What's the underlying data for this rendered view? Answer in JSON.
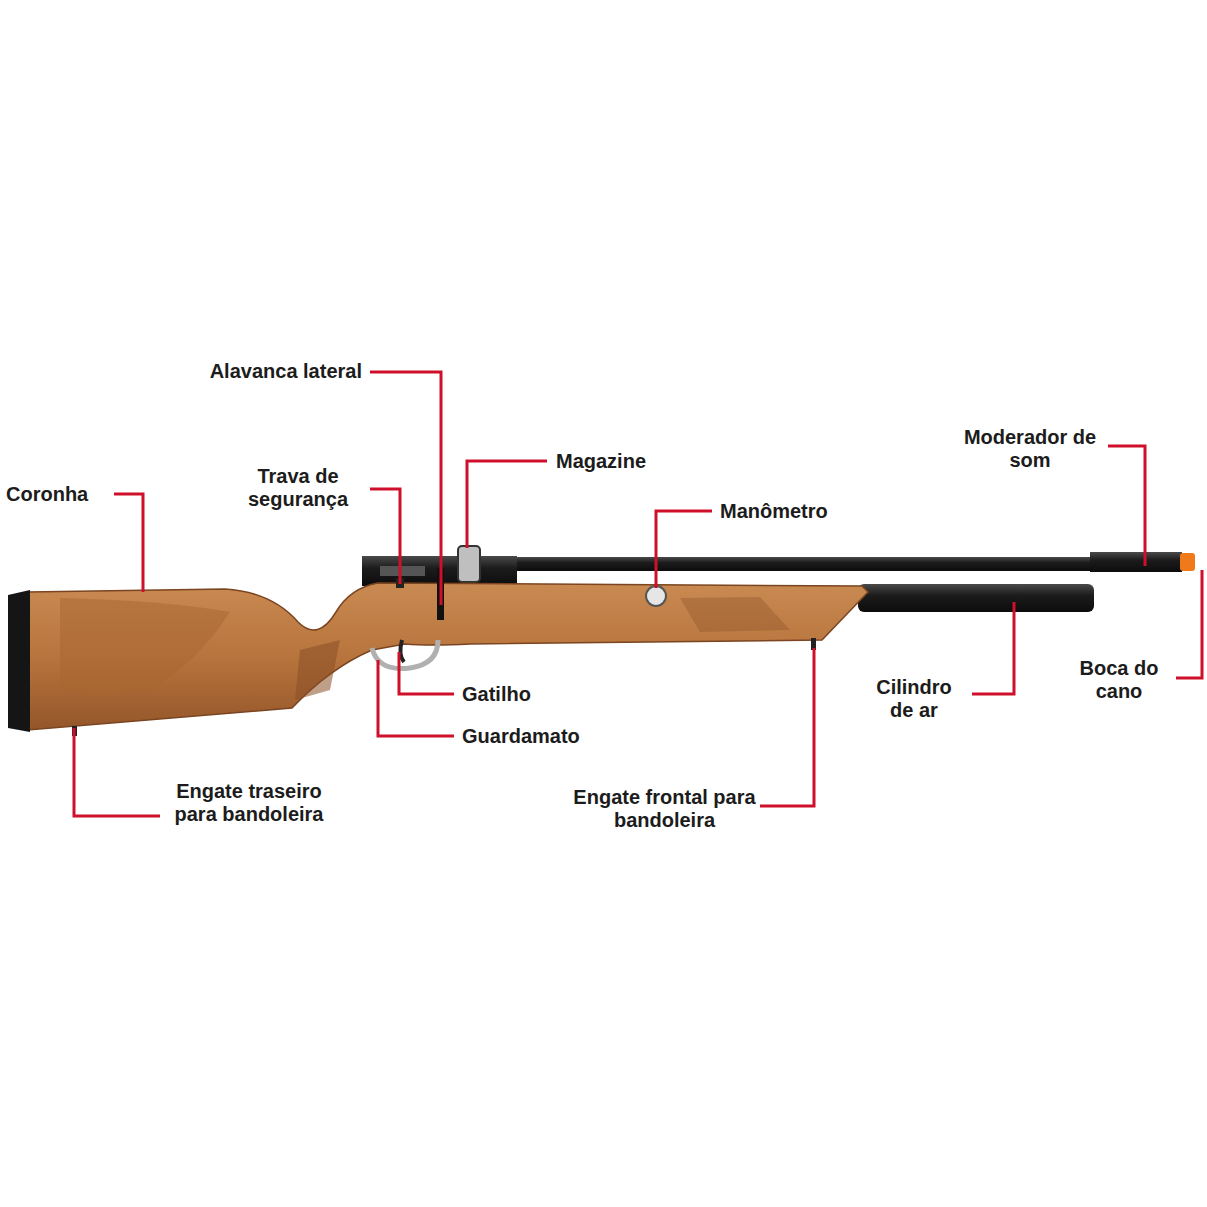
{
  "diagram": {
    "labels": [
      "Alavanca lateral",
      "Moderador de som",
      "Trava de segurança",
      "Magazine",
      "Coronha",
      "Manômetro",
      "Boca do cano",
      "Cilindro de ar",
      "Gatilho",
      "Guardamato",
      "Engate traseiro para bandoleira",
      "Engate frontal para bandoleira"
    ]
  }
}
